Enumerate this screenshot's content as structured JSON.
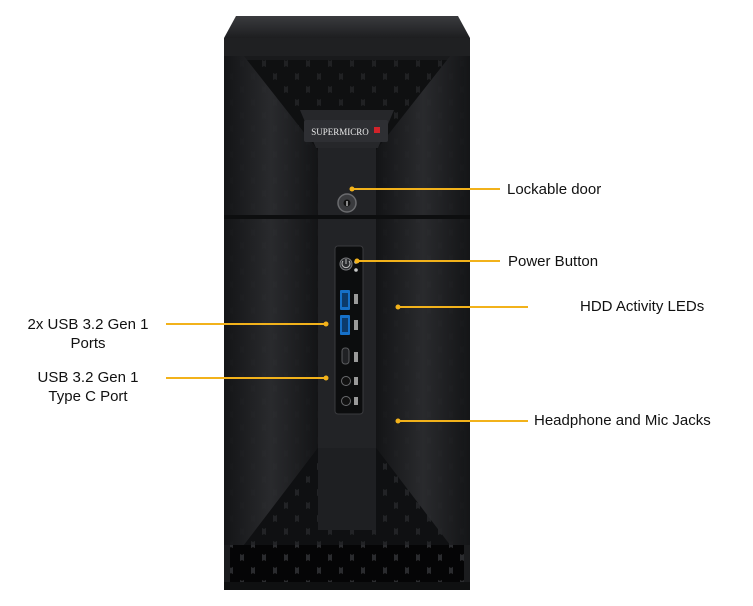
{
  "brand": {
    "logo_text": "SUPERMICRO"
  },
  "callouts": {
    "lockable_door": "Lockable door",
    "power_button": "Power Button",
    "hdd_leds": "HDD Activity  LEDs",
    "usb_ports_line1": "2x USB 3.2 Gen 1",
    "usb_ports_line2": "Ports",
    "usbc_line1": "USB 3.2 Gen 1",
    "usbc_line2": "Type  C Port",
    "audio_jacks": "Headphone and Mic Jacks"
  },
  "colors": {
    "leader": "#f2b21b",
    "chassis": "#1b1c1e",
    "mesh_hole": "#050506",
    "logo_red": "#d2232a"
  },
  "icons": [
    "lock-icon",
    "power-icon",
    "usb-icon",
    "usb-c-icon",
    "headphone-icon",
    "mic-icon"
  ]
}
